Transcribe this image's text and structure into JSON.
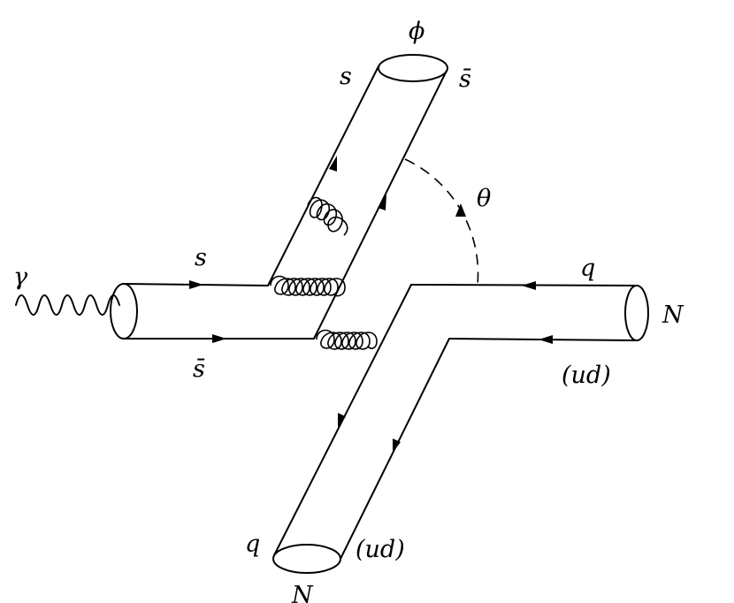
{
  "labels": {
    "photon": "γ",
    "phi": "ϕ",
    "s_top": "s",
    "sbar_top": "s̄",
    "theta": "θ",
    "s_left": "s",
    "sbar_left": "s̄",
    "q_right": "q",
    "N_right": "N",
    "ud_right": "(ud)",
    "q_bottom": "q",
    "ud_bottom": "(ud)",
    "N_bottom": "N"
  },
  "colors": {
    "ink": "#000000",
    "background": "#ffffff"
  }
}
